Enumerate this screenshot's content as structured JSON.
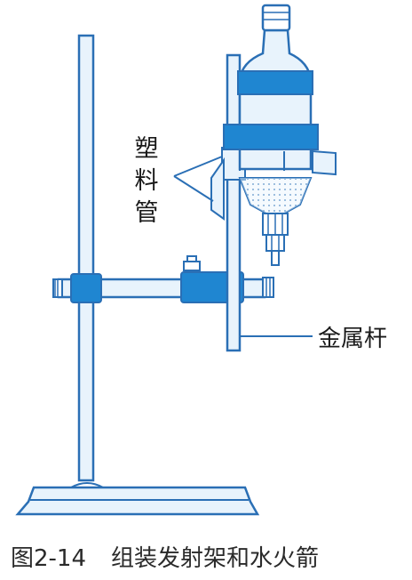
{
  "labels": {
    "plastic_tube_chars": [
      "塑",
      "料",
      "管"
    ],
    "metal_rod": "金属杆"
  },
  "caption": {
    "figure_number": "图2-14",
    "title": "组装发射架和水火箭"
  },
  "colors": {
    "stroke": "#2a6fb5",
    "light_fill": "#e8f3fc",
    "band_fill": "#1f86d1",
    "text": "#1a1a1a"
  }
}
